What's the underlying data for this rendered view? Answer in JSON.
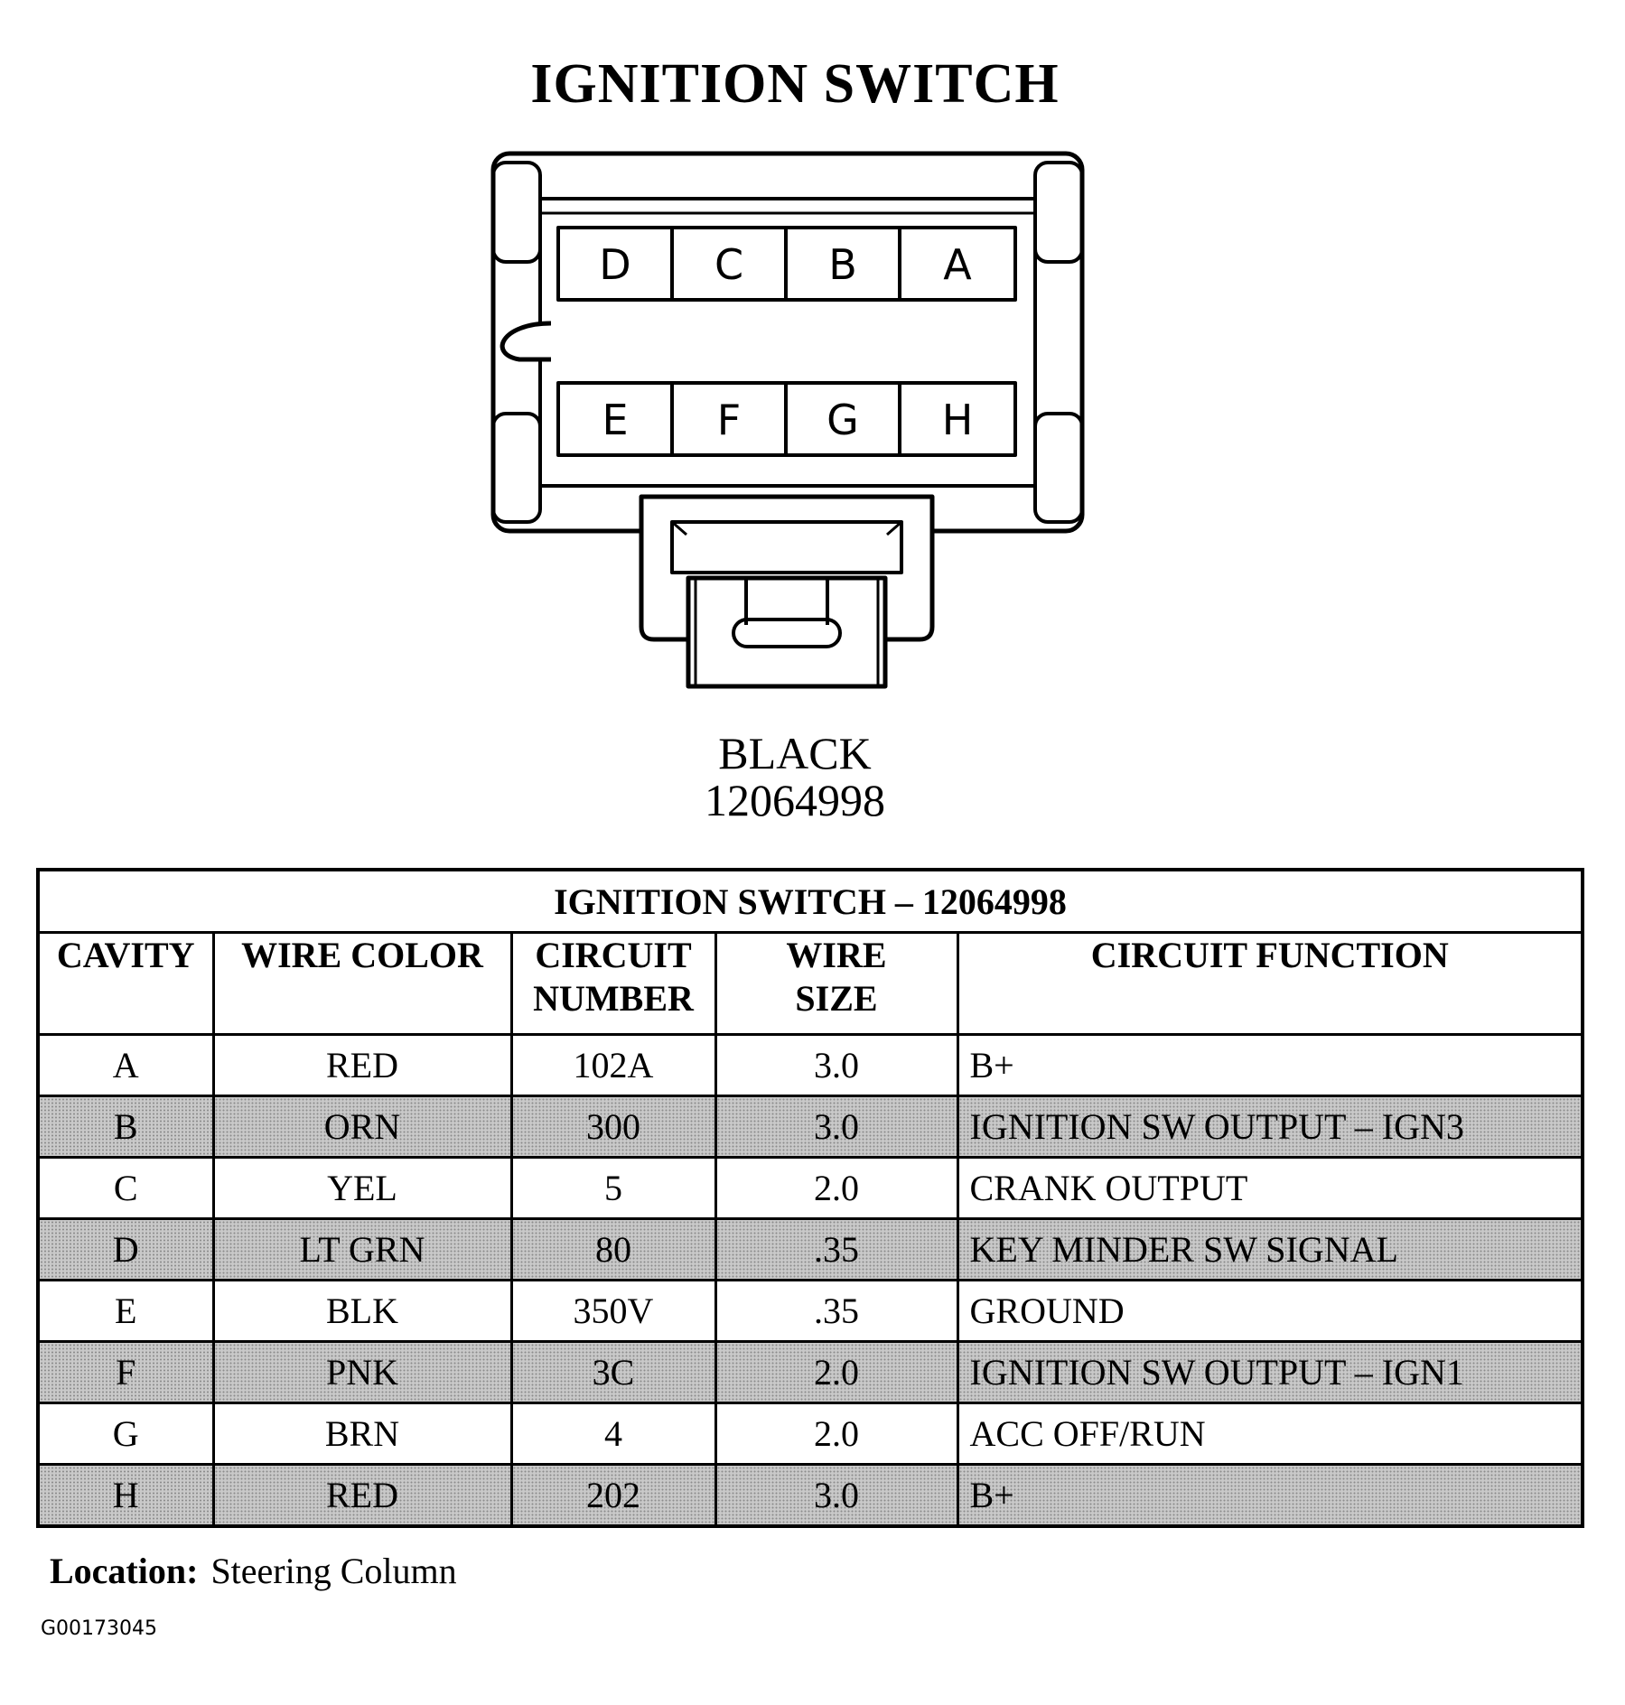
{
  "title": "IGNITION SWITCH",
  "connector": {
    "cavities_top": [
      "D",
      "C",
      "B",
      "A"
    ],
    "cavities_bottom": [
      "E",
      "F",
      "G",
      "H"
    ],
    "color": "BLACK",
    "part_number": "12064998"
  },
  "table": {
    "title": "IGNITION SWITCH – 12064998",
    "headers": {
      "cavity": "CAVITY",
      "wire_color": "WIRE COLOR",
      "circuit_number_1": "CIRCUIT",
      "circuit_number_2": "NUMBER",
      "wire_size_1": "WIRE",
      "wire_size_2": "SIZE",
      "circuit_function": "CIRCUIT FUNCTION"
    },
    "rows": [
      {
        "cavity": "A",
        "wire_color": "RED",
        "circuit_number": "102A",
        "wire_size": "3.0",
        "circuit_function": "B+"
      },
      {
        "cavity": "B",
        "wire_color": "ORN",
        "circuit_number": "300",
        "wire_size": "3.0",
        "circuit_function": "IGNITION SW OUTPUT – IGN3"
      },
      {
        "cavity": "C",
        "wire_color": "YEL",
        "circuit_number": "5",
        "wire_size": "2.0",
        "circuit_function": "CRANK OUTPUT"
      },
      {
        "cavity": "D",
        "wire_color": "LT GRN",
        "circuit_number": "80",
        "wire_size": ".35",
        "circuit_function": "KEY MINDER SW SIGNAL"
      },
      {
        "cavity": "E",
        "wire_color": "BLK",
        "circuit_number": "350V",
        "wire_size": ".35",
        "circuit_function": "GROUND"
      },
      {
        "cavity": "F",
        "wire_color": "PNK",
        "circuit_number": "3C",
        "wire_size": "2.0",
        "circuit_function": "IGNITION SW OUTPUT – IGN1"
      },
      {
        "cavity": "G",
        "wire_color": "BRN",
        "circuit_number": "4",
        "wire_size": "2.0",
        "circuit_function": "ACC OFF/RUN"
      },
      {
        "cavity": "H",
        "wire_color": "RED",
        "circuit_number": "202",
        "wire_size": "3.0",
        "circuit_function": "B+"
      }
    ]
  },
  "location": {
    "label": "Location:",
    "value": "Steering Column"
  },
  "figure_id": "G00173045"
}
